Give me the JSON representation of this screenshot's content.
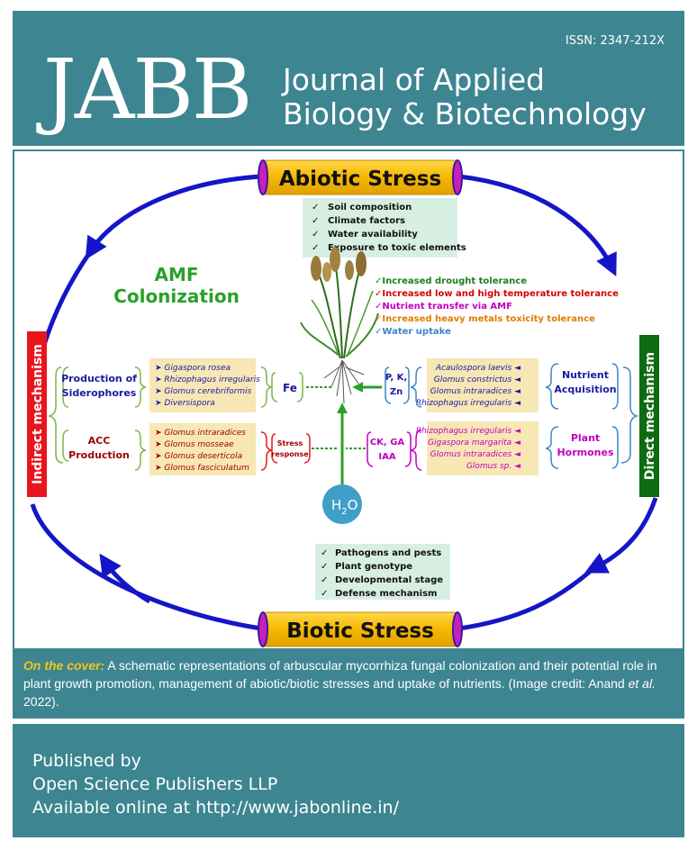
{
  "header": {
    "issn": "ISSN: 2347-212X",
    "acronym": "JABB",
    "name_line1": "Journal of Applied",
    "name_line2": "Biology & Biotechnology"
  },
  "diagram": {
    "abiotic_title": "Abiotic Stress",
    "abiotic_items": [
      "Soil composition",
      "Climate factors",
      "Water availability",
      "Exposure to toxic elements"
    ],
    "biotic_title": "Biotic Stress",
    "biotic_items": [
      "Pathogens and pests",
      "Plant genotype",
      "Developmental stage",
      "Defense mechanism"
    ],
    "amf_line1": "AMF",
    "amf_line2": "Colonization",
    "indirect_label": "Indirect mechanism",
    "direct_label": "Direct mechanism",
    "benefits": [
      {
        "text": "Increased drought tolerance",
        "color": "#1e7d1e"
      },
      {
        "text": "Increased low and high temperature tolerance",
        "color": "#d40000"
      },
      {
        "text": "Nutrient transfer via AMF",
        "color": "#c000c0"
      },
      {
        "text": "Increased heavy metals toxicity tolerance",
        "color": "#e07b00"
      },
      {
        "text": "Water uptake",
        "color": "#3a86c8"
      }
    ],
    "siderophores_line1": "Production of",
    "siderophores_line2": "Siderophores",
    "siderophore_species": [
      "Gigaspora rosea",
      "Rhizophagus irregularis",
      "Glomus cerebriformis",
      "Diversispora"
    ],
    "fe_label": "Fe",
    "acc_line1": "ACC",
    "acc_line2": "Production",
    "acc_species": [
      "Glomus intraradices",
      "Glomus mosseae",
      "Glomus deserticola",
      "Glomus fasciculatum"
    ],
    "stress_line1": "Stress",
    "stress_line2": "response",
    "nutrient_line1": "Nutrient",
    "nutrient_line2": "Acquisition",
    "nutrient_species": [
      "Acaulospora laevis",
      "Glomus constrictus",
      "Glomus intraradices",
      "Rhizophagus irregularis"
    ],
    "pk_line1": "P, K,",
    "pk_line2": "Zn",
    "hormones_line1": "Plant",
    "hormones_line2": "Hormones",
    "hormone_species": [
      "Rhizophagus irregularis",
      "Gigaspora margarita",
      "Glomus intraradices",
      "Glomus sp."
    ],
    "ck_line1": "CK, GA",
    "ck_line2": "IAA",
    "water_main": "H",
    "water_sub": "2",
    "water_end": "O",
    "colors": {
      "teal": "#3d8591",
      "cycle_blue": "#1515c8",
      "stress_yellow": "#f5c400",
      "indirect_red": "#e8161c",
      "direct_green": "#0e6b14",
      "species_box": "#f7e7b4",
      "stress_list_box": "#d7efe2",
      "water_drop": "#3f9fc6"
    }
  },
  "caption": {
    "lead": "On the cover:",
    "body": " A schematic representations of arbuscular mycorrhiza fungal colonization and their potential role in plant growth promotion, management of abiotic/biotic stresses and uptake of nutrients. (Image credit: Anand ",
    "etal": "et al.",
    "tail": " 2022)."
  },
  "footer": {
    "line1": "Published by",
    "line2": "Open Science Publishers LLP",
    "line3": "Available online at http://www.jabonline.in/"
  }
}
